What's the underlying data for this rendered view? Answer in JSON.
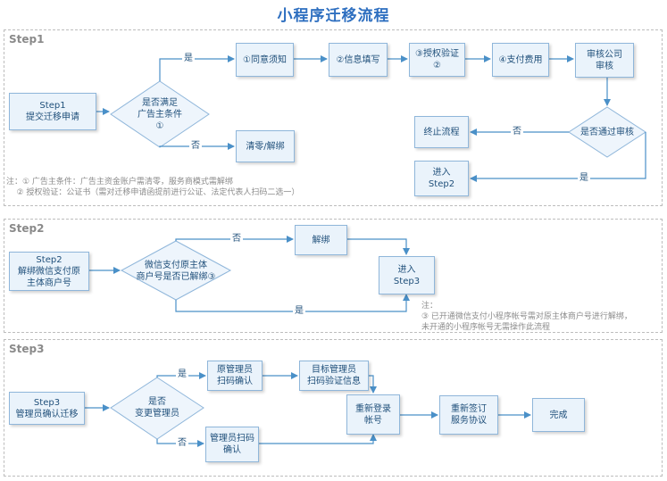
{
  "title": "小程序迁移流程",
  "colors": {
    "arrow": "#4a90c8",
    "node_fill": "#eaf3fb",
    "node_border": "#8fb6da",
    "title": "#2e6fc0"
  },
  "step1": {
    "label": "Step1",
    "start": "Step1\n提交迁移申请",
    "decision": "是否满足\n广告主条件\n①",
    "agree": "①同意须知",
    "info": "②信息填写",
    "auth": "③授权验证\n②",
    "pay": "④支付费用",
    "review": "审核公司\n审核",
    "clear": "清零/解绑",
    "pass": "是否通过审核",
    "stop": "终止流程",
    "enter2": "进入\nStep2",
    "yes": "是",
    "no": "否",
    "yes2": "是",
    "no2": "否",
    "note": "注：① 广告主条件：广告主资金账户需清零，服务商模式需解绑\n    ② 授权验证：公证书（需对迁移申请函提前进行公证、法定代表人扫码二选一）"
  },
  "step2": {
    "label": "Step2",
    "start": "Step2\n解绑微信支付原\n主体商户号",
    "decision": "微信支付原主体\n商户号是否已解绑③",
    "unbind": "解绑",
    "enter3": "进入\nStep3",
    "no": "否",
    "yes": "是",
    "note": "注：\n③ 已开通微信支付小程序帐号需对原主体商户号进行解绑，\n未开通的小程序帐号无需操作此流程"
  },
  "step3": {
    "label": "Step3",
    "start": "Step3\n管理员确认迁移",
    "decision": "是否\n变更管理员",
    "orig": "原管理员\n扫码确认",
    "target": "目标管理员\n扫码验证信息",
    "admin": "管理员扫码\n确认",
    "relogin": "重新登录\n帐号",
    "resign": "重新签订\n服务协议",
    "done": "完成",
    "yes": "是",
    "no": "否"
  }
}
